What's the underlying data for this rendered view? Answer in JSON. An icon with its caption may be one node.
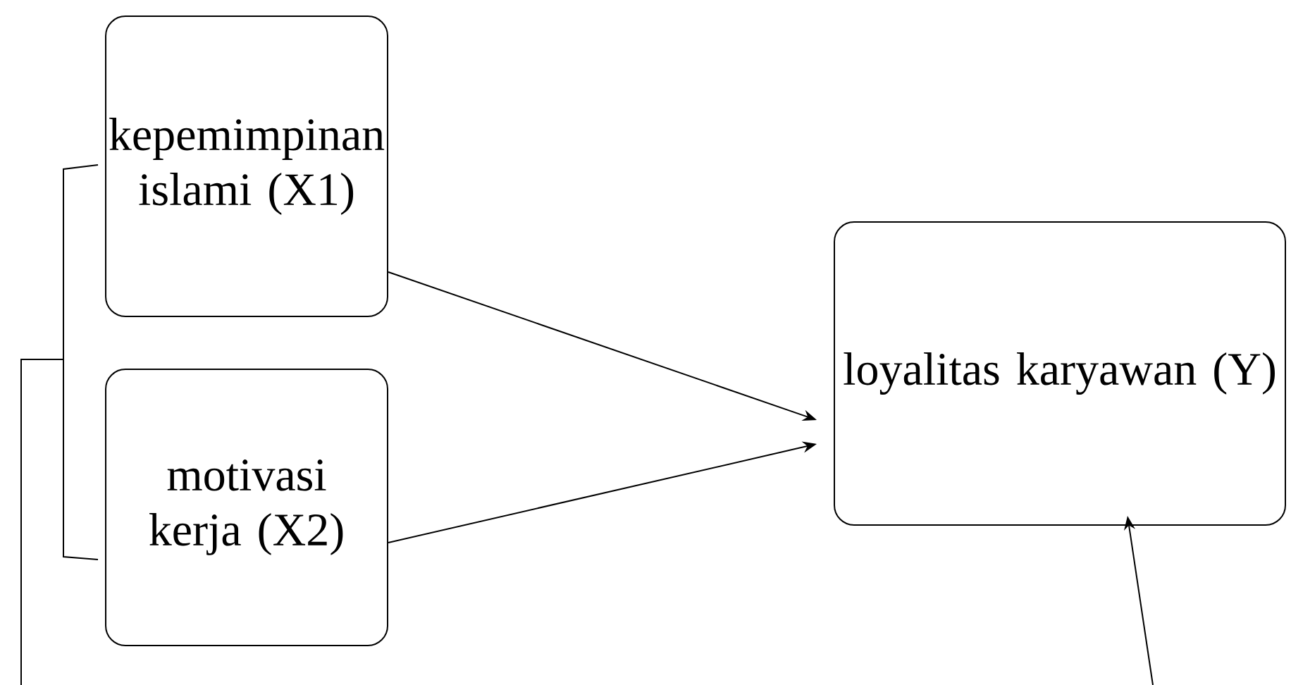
{
  "diagram": {
    "nodes": [
      {
        "text": [
          "kepemimpinan islami (X1)"
        ]
      },
      {
        "text": [
          "motivasi kerja (X2)"
        ]
      },
      {
        "text": [
          "loyalitas karyawan (Y)"
        ]
      }
    ],
    "edges": [
      {
        "from": 0,
        "to": 2,
        "arrow": "to"
      },
      {
        "from": 1,
        "to": 2,
        "arrow": "to"
      },
      {
        "from": 0,
        "to": null,
        "arrow": "none"
      },
      {
        "from": 1,
        "to": null,
        "arrow": "none"
      },
      {
        "from": null,
        "to": 2,
        "arrow": "to"
      }
    ]
  }
}
